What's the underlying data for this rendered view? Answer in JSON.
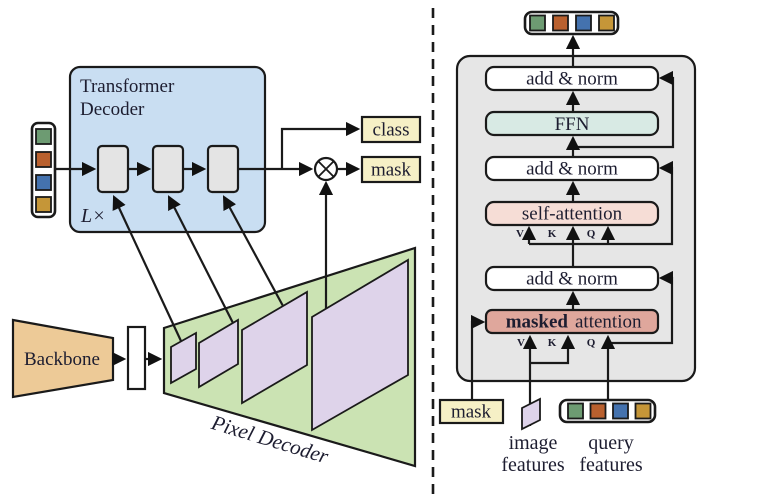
{
  "colors": {
    "panel_blue": "#c9def2",
    "panel_gray": "#e6e6e6",
    "panel_green": "#cbe3b3",
    "box_gray": "#e4e4e4",
    "purple": "#ded3ea",
    "tan": "#edca97",
    "yellow": "#f6f0c6",
    "mint": "#d8eae4",
    "pink": "#f6ddd6",
    "salmon": "#dfa79c",
    "sq_green": "#6d9b72",
    "sq_orange": "#b9602e",
    "sq_blue": "#4472ae",
    "sq_gold": "#c59638",
    "line": "#1a1a1a",
    "text": "#1d1d30"
  },
  "left": {
    "transformer": {
      "line1": "Transformer",
      "line2": "Decoder"
    },
    "repeat": "L×",
    "class_out": "class",
    "mask_out": "mask",
    "backbone": "Backbone",
    "pixel_decoder": "Pixel Decoder"
  },
  "right": {
    "blocks": {
      "add_norm": "add & norm",
      "ffn": "FFN",
      "self_attention": "self-attention",
      "masked_bold": "masked",
      "masked_rest": "attention"
    },
    "vkq": {
      "v": "V",
      "k": "K",
      "q": "Q"
    },
    "mask_input": "mask",
    "image_features": {
      "line1": "image",
      "line2": "features"
    },
    "query_features": {
      "line1": "query",
      "line2": "features"
    }
  }
}
